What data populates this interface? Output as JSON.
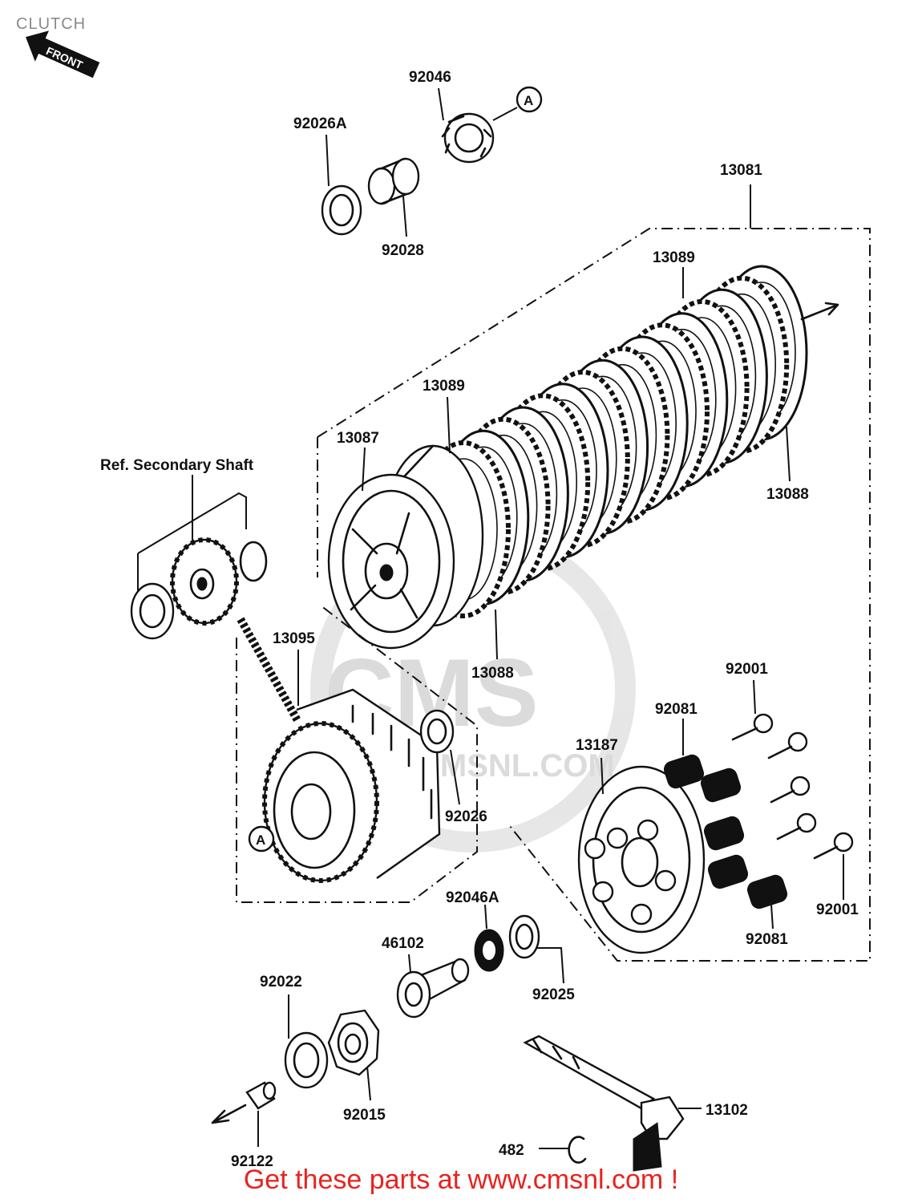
{
  "diagram": {
    "title": "CLUTCH",
    "front_arrow_label": "FRONT",
    "reference_label": "Ref. Secondary Shaft",
    "callout_marker": "A",
    "watermark": {
      "logo": "CMS",
      "site": "CMSNL.COM"
    },
    "footer": "Get these parts at www.cmsnl.com !",
    "parts": [
      {
        "id": "p92046",
        "number": "92046"
      },
      {
        "id": "p92026A",
        "number": "92026A"
      },
      {
        "id": "p92028",
        "number": "92028"
      },
      {
        "id": "p13081",
        "number": "13081"
      },
      {
        "id": "p13089a",
        "number": "13089"
      },
      {
        "id": "p13089b",
        "number": "13089"
      },
      {
        "id": "p13087",
        "number": "13087"
      },
      {
        "id": "p13088a",
        "number": "13088"
      },
      {
        "id": "p13088b",
        "number": "13088"
      },
      {
        "id": "p13095",
        "number": "13095"
      },
      {
        "id": "p92026",
        "number": "92026"
      },
      {
        "id": "p92001a",
        "number": "92001"
      },
      {
        "id": "p92001b",
        "number": "92001"
      },
      {
        "id": "p92081a",
        "number": "92081"
      },
      {
        "id": "p92081b",
        "number": "92081"
      },
      {
        "id": "p13187",
        "number": "13187"
      },
      {
        "id": "p92046A",
        "number": "92046A"
      },
      {
        "id": "p46102",
        "number": "46102"
      },
      {
        "id": "p92025",
        "number": "92025"
      },
      {
        "id": "p92022",
        "number": "92022"
      },
      {
        "id": "p92015",
        "number": "92015"
      },
      {
        "id": "p92122",
        "number": "92122"
      },
      {
        "id": "p13102",
        "number": "13102"
      },
      {
        "id": "p482",
        "number": "482"
      }
    ]
  }
}
